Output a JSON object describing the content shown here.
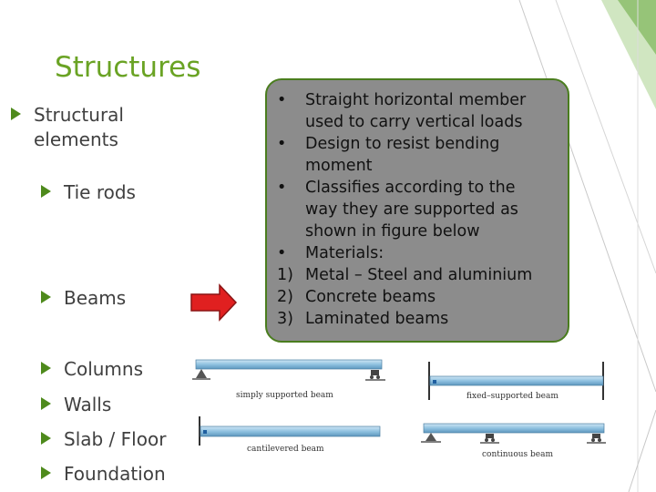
{
  "slide": {
    "title": "Structures",
    "bullets": [
      {
        "text": "Structural elements",
        "lines": [
          "Structural",
          "elements"
        ]
      },
      {
        "text": "Tie rods"
      },
      {
        "text": "Beams"
      },
      {
        "text": "Columns"
      },
      {
        "text": "Walls"
      },
      {
        "text": "Slab / Floor"
      },
      {
        "text": "Foundation"
      }
    ],
    "colors": {
      "title": "#6aa324",
      "bullet_marker": "#4e8a1c",
      "arrow": "#e02020",
      "callout_bg": "#8c8c8c",
      "callout_border": "#4a7d1e"
    }
  },
  "callout": {
    "items": [
      {
        "marker": "•",
        "lines": [
          "Straight horizontal member",
          "used to carry vertical loads"
        ]
      },
      {
        "marker": "•",
        "lines": [
          "Design to resist bending",
          "moment"
        ]
      },
      {
        "marker": "•",
        "lines": [
          "Classifies according to the",
          "way they are supported as",
          "shown in figure below"
        ]
      },
      {
        "marker": "•",
        "lines": [
          "Materials:"
        ]
      },
      {
        "marker": "1)",
        "lines": [
          "Metal – Steel and aluminium"
        ]
      },
      {
        "marker": "2)",
        "lines": [
          "Concrete beams"
        ]
      },
      {
        "marker": "3)",
        "lines": [
          "Laminated beams"
        ]
      }
    ]
  },
  "figure": {
    "captions": {
      "simply": "simply supported beam",
      "fixed": "fixed–supported beam",
      "cantilever": "cantilevered beam",
      "continuous": "continuous beam"
    }
  }
}
